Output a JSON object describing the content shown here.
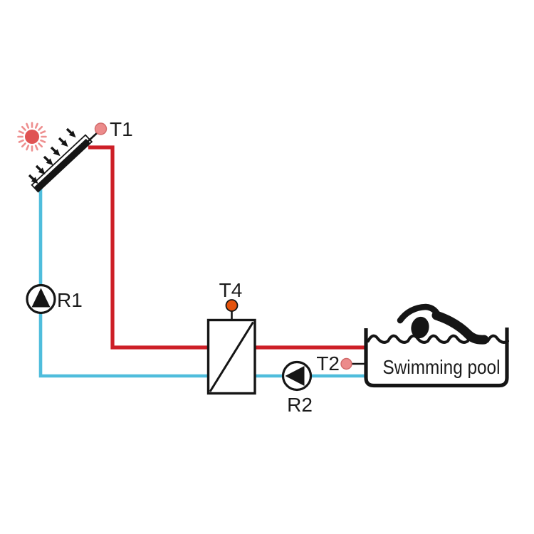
{
  "diagram": {
    "labels": {
      "t1": "T1",
      "r1": "R1",
      "t4": "T4",
      "t2": "T2",
      "r2": "R2",
      "pool": "Swimming pool"
    },
    "colors": {
      "hot_pipe": "#cd1f27",
      "cold_pipe": "#4fbddc",
      "sun_core": "#e05454",
      "sun_rays": "#ee8f8f",
      "sensor_pink": "#ec8b8b",
      "sensor_pink_border": "#d16a6a",
      "sensor_orange": "#e4520c",
      "ink": "#151515"
    },
    "icons": {
      "sun": "sun-icon",
      "sunlight": "arrow-icon",
      "collector": "solar-collector-panel",
      "pump": "pump-circle-triangle-icon",
      "exchanger": "heat-exchanger-icon",
      "swimmer": "swimmer-icon",
      "pool": "pool-basin-icon"
    }
  }
}
